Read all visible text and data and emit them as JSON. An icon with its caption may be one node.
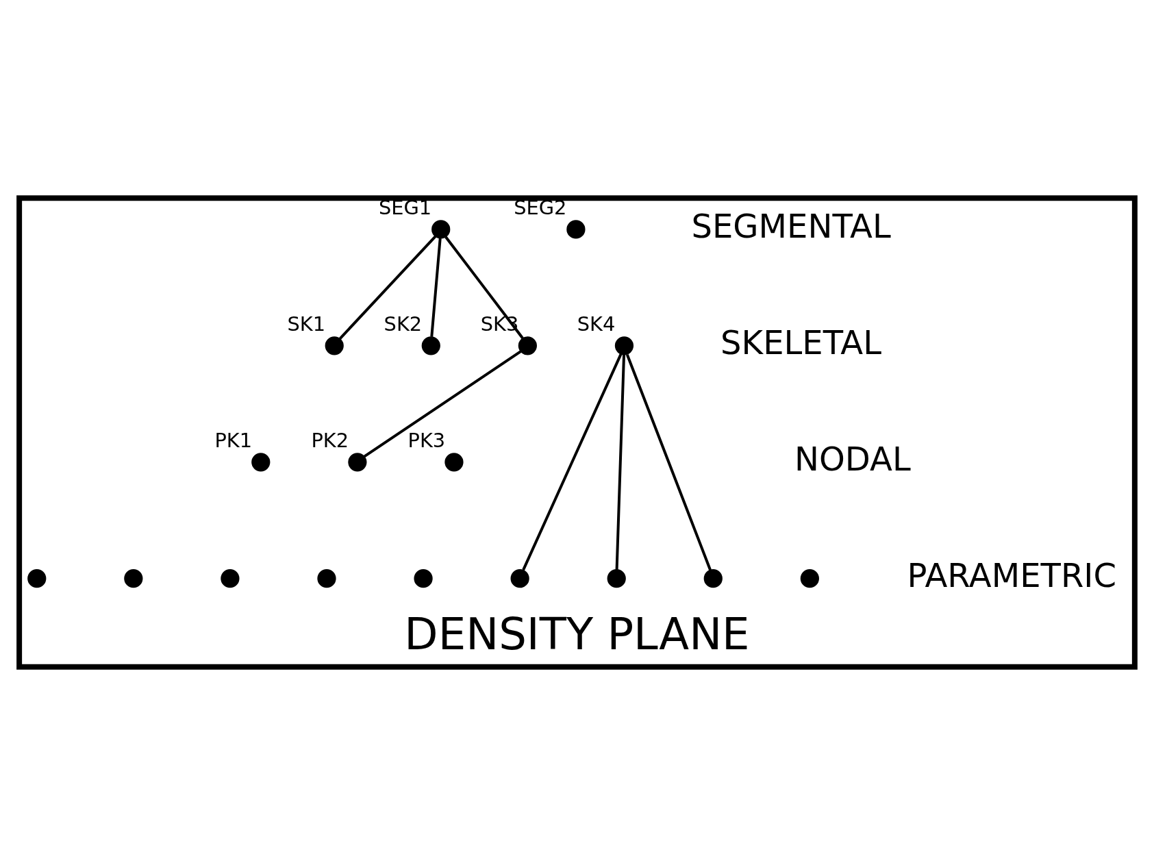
{
  "diagram": {
    "nodes": [
      {
        "text": [
          "DENSITY PLANE"
        ]
      },
      {
        "text": [],
        "shape": "circle",
        "beside": [
          "SEG1"
        ],
        "in": 0
      },
      {
        "text": [],
        "shape": "circle",
        "beside": [
          "SEG2"
        ],
        "in": 0
      },
      {
        "text": [],
        "shape": "circle",
        "beside": [
          "SK1"
        ],
        "in": 0
      },
      {
        "text": [],
        "shape": "circle",
        "beside": [
          "SK2"
        ],
        "in": 0
      },
      {
        "text": [],
        "shape": "circle",
        "beside": [
          "SK3"
        ],
        "in": 0
      },
      {
        "text": [],
        "shape": "circle",
        "beside": [
          "SK4"
        ],
        "in": 0
      },
      {
        "text": [],
        "shape": "circle",
        "beside": [
          "PK1"
        ],
        "in": 0
      },
      {
        "text": [],
        "shape": "circle",
        "beside": [
          "PK2"
        ],
        "in": 0
      },
      {
        "text": [],
        "shape": "circle",
        "beside": [
          "PK3"
        ],
        "in": 0
      },
      {
        "text": [],
        "shape": "circle",
        "in": 0
      },
      {
        "text": [],
        "shape": "circle",
        "in": 0
      },
      {
        "text": [],
        "shape": "circle",
        "in": 0
      },
      {
        "text": [],
        "shape": "circle",
        "in": 0
      },
      {
        "text": [],
        "shape": "circle",
        "in": 0
      },
      {
        "text": [],
        "shape": "circle",
        "in": 0
      },
      {
        "text": [],
        "shape": "circle",
        "in": 0
      },
      {
        "text": [],
        "shape": "circle",
        "in": 0
      },
      {
        "text": [],
        "shape": "circle",
        "in": 0
      }
    ],
    "edges": [
      {
        "from": 1,
        "to": 3,
        "arrow": "none"
      },
      {
        "from": 1,
        "to": 4,
        "arrow": "none"
      },
      {
        "from": 1,
        "to": 5,
        "arrow": "none"
      },
      {
        "from": 5,
        "to": 8,
        "arrow": "none"
      },
      {
        "from": 6,
        "to": 15,
        "arrow": "none"
      },
      {
        "from": 6,
        "to": 16,
        "arrow": "none"
      },
      {
        "from": 6,
        "to": 17,
        "arrow": "none"
      }
    ],
    "labels": [
      "SEGMENTAL",
      "SKELETAL",
      "NODAL",
      "PARAMETRIC"
    ]
  }
}
